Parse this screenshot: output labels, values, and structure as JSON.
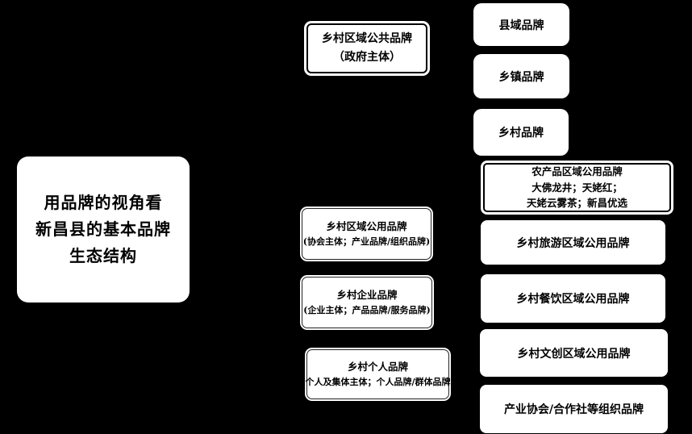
{
  "palette": {
    "background": "#000000",
    "box_fill": "#ffffff",
    "box_border": "#000000",
    "text": "#000000"
  },
  "root": {
    "lines": [
      "用品牌的视角看",
      "新昌县的基本品牌",
      "生态结构"
    ]
  },
  "middle": [
    {
      "title": "乡村区域公共品牌",
      "subtitle": "（政府主体）"
    },
    {
      "title": "乡村区域公用品牌",
      "subtitle": "(协会主体；产业品牌/组织品牌)"
    },
    {
      "title": "乡村企业品牌",
      "subtitle": "(企业主体；产品品牌/服务品牌)"
    },
    {
      "title": "乡村个人品牌",
      "subtitle": "(个人及集体主体；个人品牌/群体品牌)"
    }
  ],
  "right": {
    "county": "县域品牌",
    "township": "乡镇品牌",
    "village": "乡村品牌",
    "agri_lines": [
      "农产品区域公用品牌",
      "大佛龙井；天姥红；",
      "天姥云雾茶；新昌优选"
    ],
    "tourism": "乡村旅游区域公用品牌",
    "catering": "乡村餐饮区域公用品牌",
    "cultural": "乡村文创区域公用品牌",
    "association": "产业协会/合作社等组织品牌"
  }
}
